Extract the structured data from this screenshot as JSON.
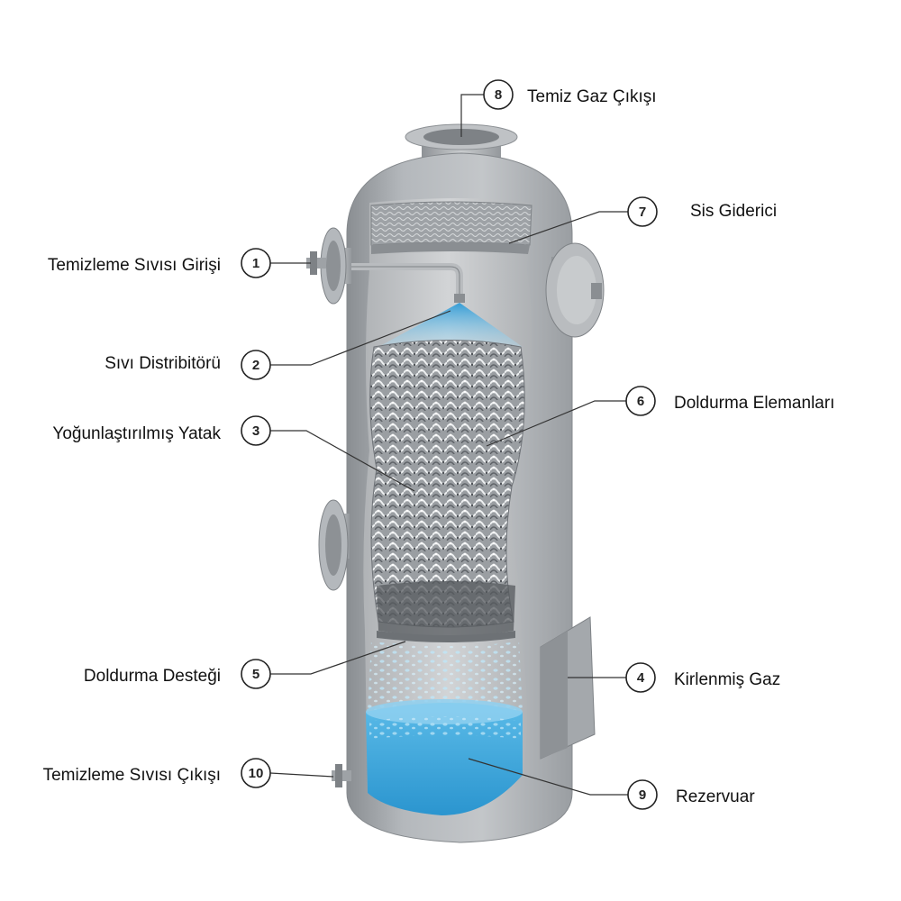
{
  "diagram": {
    "callouts": [
      {
        "number": "1",
        "label": "Temizleme Sıvısı Girişi"
      },
      {
        "number": "2",
        "label": "Sıvı Distribitörü"
      },
      {
        "number": "3",
        "label": "Yoğunlaştırılmış Yatak"
      },
      {
        "number": "4",
        "label": "Kirlenmiş Gaz"
      },
      {
        "number": "5",
        "label": "Doldurma Desteği"
      },
      {
        "number": "6",
        "label": "Doldurma Elemanları"
      },
      {
        "number": "7",
        "label": "Sis Giderici"
      },
      {
        "number": "8",
        "label": "Temiz Gaz Çıkışı"
      },
      {
        "number": "9",
        "label": "Rezervuar"
      },
      {
        "number": "10",
        "label": "Temizleme Sıvısı Çıkışı"
      }
    ],
    "colors": {
      "shell": "#a9adb1",
      "shell_dark": "#8c9094",
      "interior": "#c4c7ca",
      "water": "#3aa6dc",
      "water_light": "#8fd0f0",
      "spray": "#9fd6f3",
      "packing": "#7c8085",
      "leader": "#333333"
    }
  }
}
